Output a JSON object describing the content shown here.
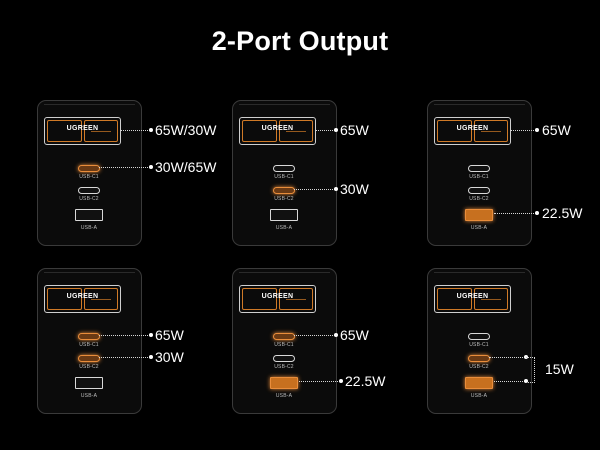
{
  "title": "2-Port Output",
  "brand": "UGREEN",
  "port_labels": {
    "c1": "USB-C1",
    "c2": "USB-C2",
    "a": "USB-A"
  },
  "configs": [
    {
      "active": [
        "plug",
        "c1"
      ],
      "outputs": {
        "plug": "65W/30W",
        "c1": "30W/65W"
      }
    },
    {
      "active": [
        "plug",
        "c2"
      ],
      "outputs": {
        "plug": "65W",
        "c2": "30W"
      }
    },
    {
      "active": [
        "plug",
        "a"
      ],
      "outputs": {
        "plug": "65W",
        "a": "22.5W"
      }
    },
    {
      "active": [
        "c1",
        "c2"
      ],
      "outputs": {
        "c1": "65W",
        "c2": "30W"
      }
    },
    {
      "active": [
        "c1",
        "a"
      ],
      "outputs": {
        "c1": "65W",
        "a": "22.5W"
      }
    },
    {
      "active": [
        "c2",
        "a"
      ],
      "outputs": {
        "combined": "15W"
      }
    }
  ],
  "colors": {
    "accent": "#e98d3b",
    "background": "#000000"
  }
}
